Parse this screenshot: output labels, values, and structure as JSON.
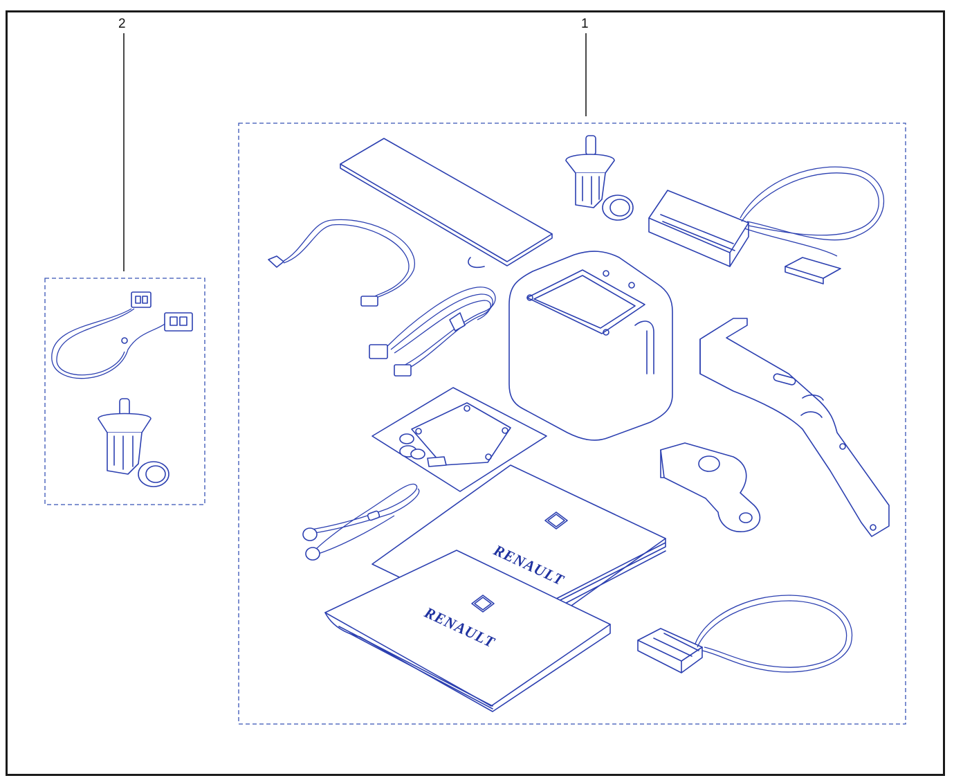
{
  "callouts": [
    {
      "id": "1",
      "label": "1"
    },
    {
      "id": "2",
      "label": "2"
    }
  ],
  "brand": {
    "logo_text": "RENAULT"
  },
  "colors": {
    "line_art": "#2b3fb0",
    "frame": "#1a1a1a",
    "background": "#ffffff"
  }
}
